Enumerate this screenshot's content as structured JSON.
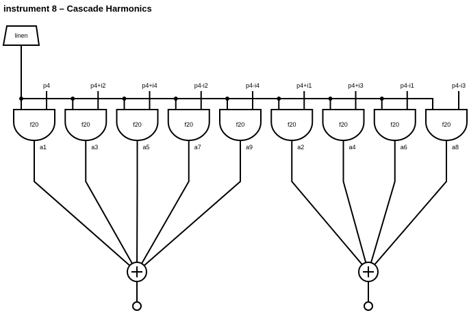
{
  "title": "instrument 8 – Cascade Harmonics",
  "envelope": {
    "label": "linen"
  },
  "oscillators": [
    {
      "label": "f20",
      "input": "p4",
      "output": "a1",
      "sum": 0
    },
    {
      "label": "f20",
      "input": "p4+i2",
      "output": "a3",
      "sum": 0
    },
    {
      "label": "f20",
      "input": "p4+i4",
      "output": "a5",
      "sum": 0
    },
    {
      "label": "f20",
      "input": "p4-i2",
      "output": "a7",
      "sum": 0
    },
    {
      "label": "f20",
      "input": "p4-i4",
      "output": "a9",
      "sum": 0
    },
    {
      "label": "f20",
      "input": "p4+i1",
      "output": "a2",
      "sum": 1
    },
    {
      "label": "f20",
      "input": "p4+i3",
      "output": "a4",
      "sum": 1
    },
    {
      "label": "f20",
      "input": "p4-i1",
      "output": "a6",
      "sum": 1
    },
    {
      "label": "f20",
      "input": "p4-i3",
      "output": "a8",
      "sum": 1
    }
  ]
}
